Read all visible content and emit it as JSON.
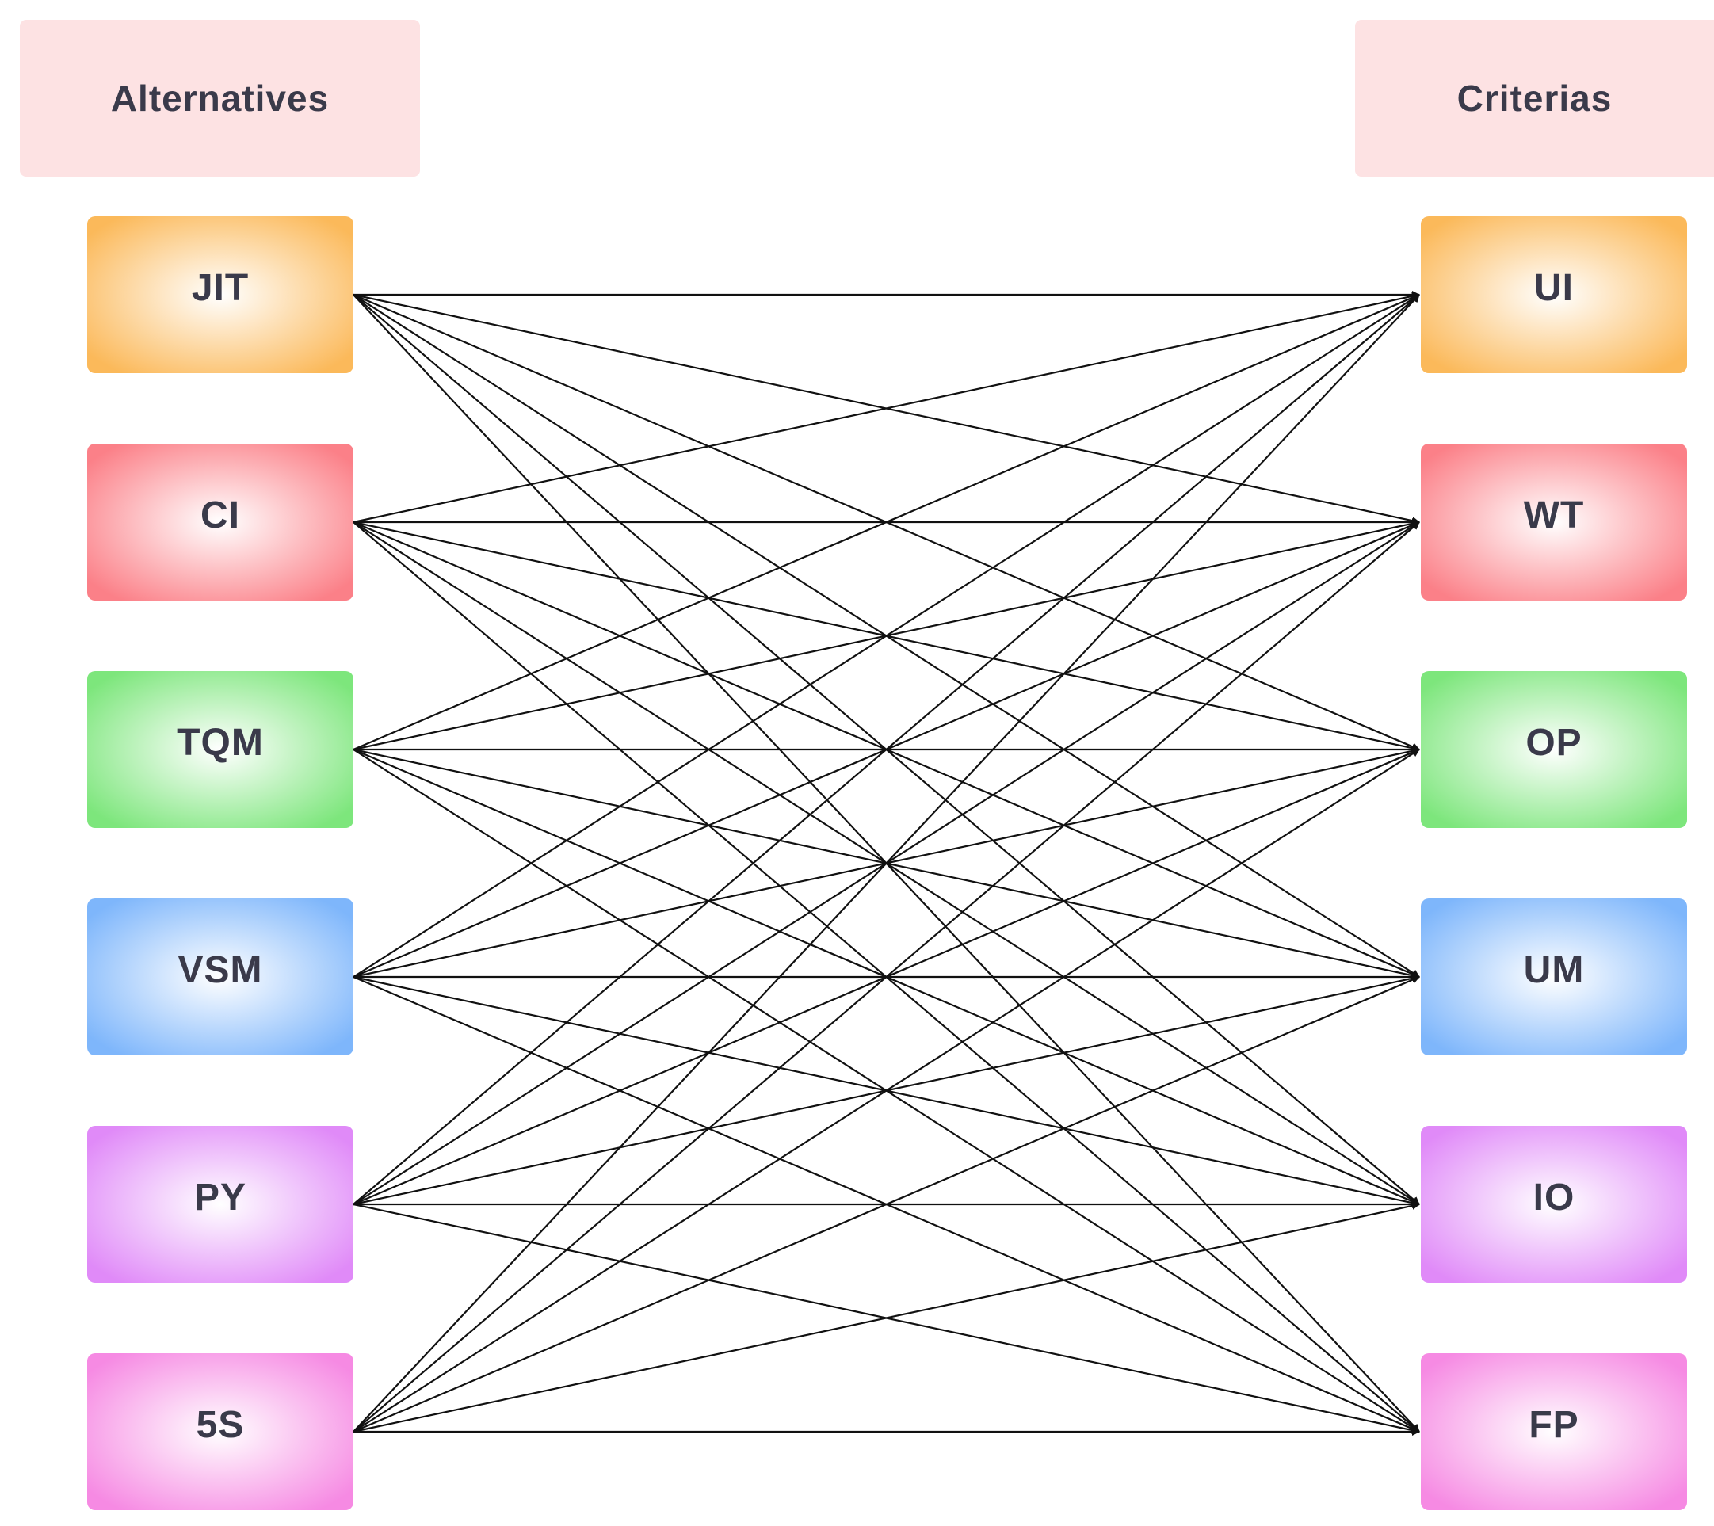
{
  "headers": {
    "alternatives": "Alternatives",
    "criterias": "Criterias"
  },
  "alternatives": [
    {
      "id": "JIT",
      "label": "JIT",
      "color": "#fbb95a"
    },
    {
      "id": "CI",
      "label": "CI",
      "color": "#fb8088"
    },
    {
      "id": "TQM",
      "label": "TQM",
      "color": "#7de67c"
    },
    {
      "id": "VSM",
      "label": "VSM",
      "color": "#7eb6fb"
    },
    {
      "id": "PY",
      "label": "PY",
      "color": "#e08af8"
    },
    {
      "id": "5S",
      "label": "5S",
      "color": "#f68ae3"
    }
  ],
  "criteria": [
    {
      "id": "UI",
      "label": "UI",
      "color": "#fbb95a"
    },
    {
      "id": "WT",
      "label": "WT",
      "color": "#fb8088"
    },
    {
      "id": "OP",
      "label": "OP",
      "color": "#7de67c"
    },
    {
      "id": "UM",
      "label": "UM",
      "color": "#7eb6fb"
    },
    {
      "id": "IO",
      "label": "IO",
      "color": "#e08af8"
    },
    {
      "id": "FP",
      "label": "FP",
      "color": "#f68ae3"
    }
  ],
  "connections": "all-to-all",
  "edge_color": "#111111"
}
